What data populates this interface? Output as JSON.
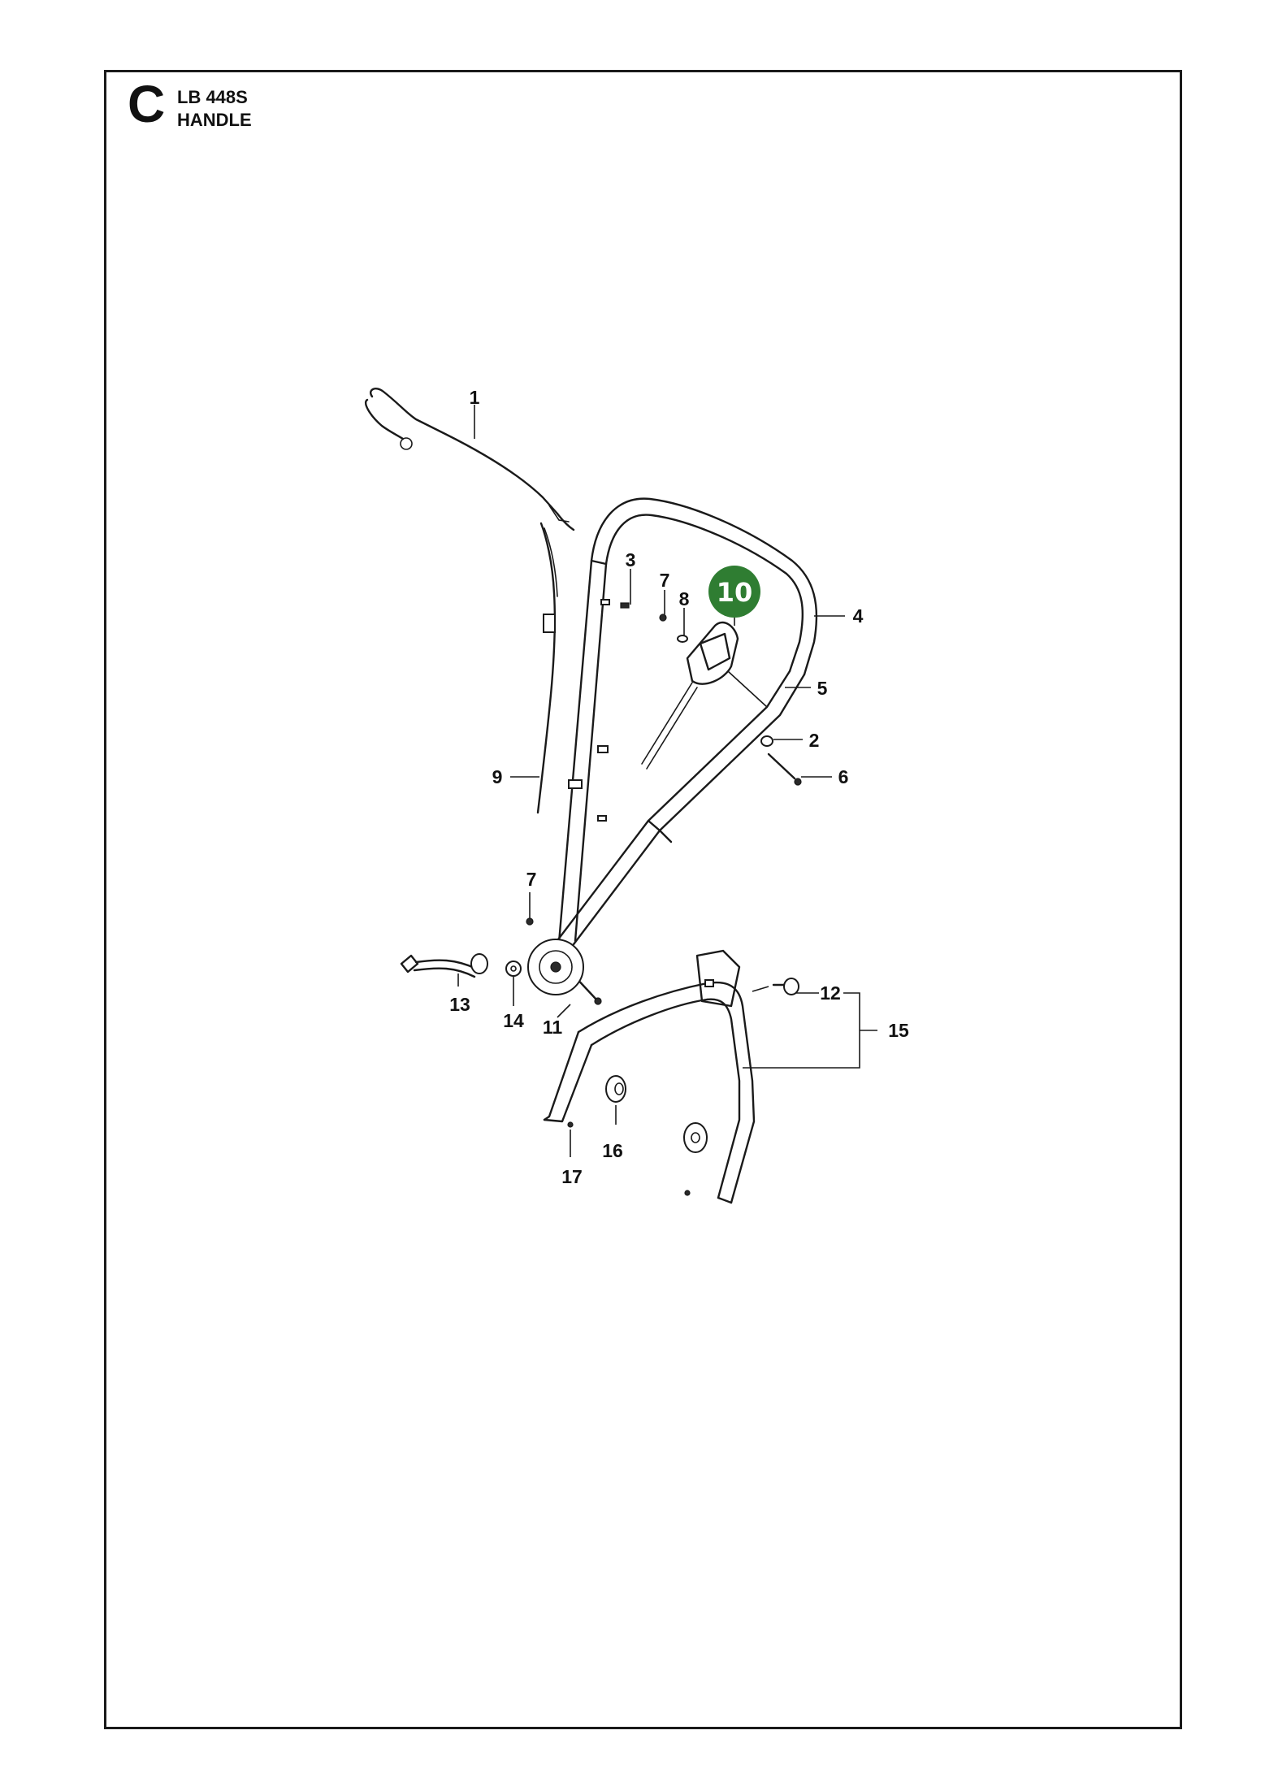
{
  "header": {
    "section_letter": "C",
    "model": "LB 448S",
    "part_name": "HANDLE"
  },
  "colors": {
    "highlight": "#2f7d32",
    "ink": "#1a1a1a"
  },
  "callouts": {
    "c1": "1",
    "c2": "2",
    "c3": "3",
    "c4": "4",
    "c5": "5",
    "c6": "6",
    "c7a": "7",
    "c7b": "7",
    "c8": "8",
    "c9": "9",
    "c10": "10",
    "c11": "11",
    "c12": "12",
    "c13": "13",
    "c14": "14",
    "c15": "15",
    "c16": "16",
    "c17": "17"
  }
}
